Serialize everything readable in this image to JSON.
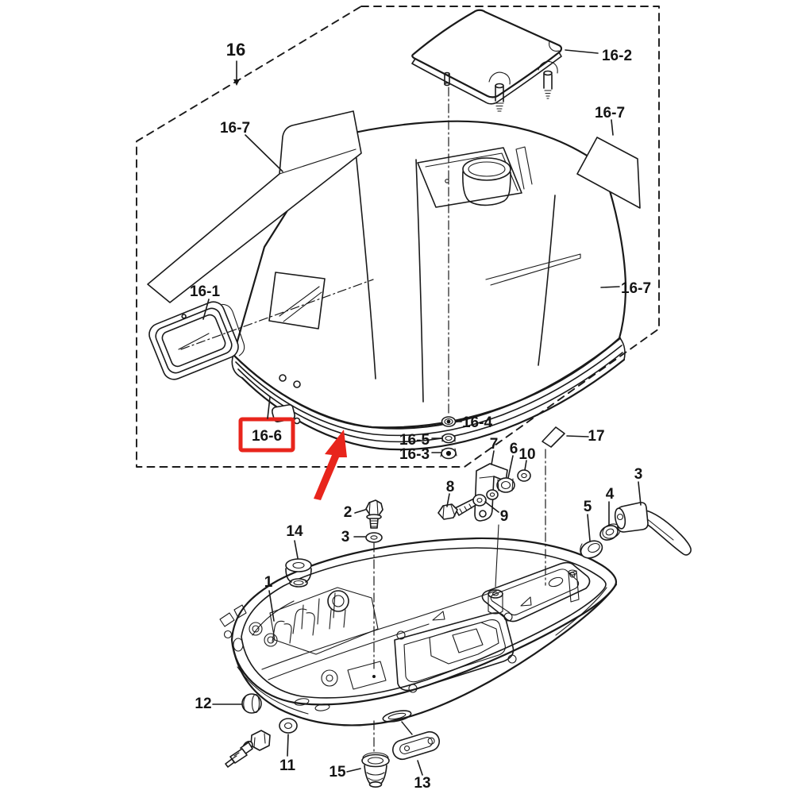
{
  "diagram": {
    "type": "exploded-parts-diagram",
    "subject": "Outboard motor engine cover and lower cowling assembly",
    "background_color": "#ffffff",
    "line_color": "#1a1a1a",
    "highlight_color": "#e8251c",
    "highlighted_part": "16-6",
    "labels": [
      {
        "text": "16"
      },
      {
        "text": "16-7"
      },
      {
        "text": "16-2"
      },
      {
        "text": "16-7"
      },
      {
        "text": "16-1"
      },
      {
        "text": "16-7"
      },
      {
        "text": "16-6"
      },
      {
        "text": "16-4"
      },
      {
        "text": "16-5"
      },
      {
        "text": "16-3"
      },
      {
        "text": "17"
      },
      {
        "text": "7"
      },
      {
        "text": "6"
      },
      {
        "text": "10"
      },
      {
        "text": "8"
      },
      {
        "text": "9"
      },
      {
        "text": "2"
      },
      {
        "text": "3"
      },
      {
        "text": "14"
      },
      {
        "text": "1"
      },
      {
        "text": "5"
      },
      {
        "text": "4"
      },
      {
        "text": "3"
      },
      {
        "text": "12"
      },
      {
        "text": "11"
      },
      {
        "text": "15"
      },
      {
        "text": "13"
      }
    ]
  }
}
